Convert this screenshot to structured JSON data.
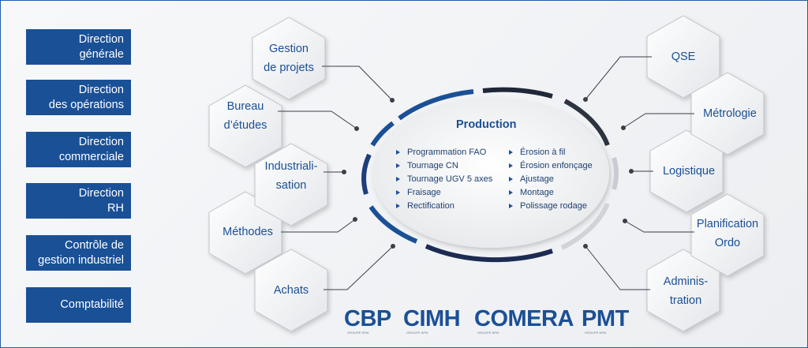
{
  "directions": [
    {
      "lines": [
        "Direction",
        "générale"
      ]
    },
    {
      "lines": [
        "Direction",
        "des opérations"
      ]
    },
    {
      "lines": [
        "Direction",
        "commerciale"
      ]
    },
    {
      "lines": [
        "Direction",
        "RH"
      ]
    },
    {
      "lines": [
        "Contrôle de",
        "gestion industriel"
      ]
    },
    {
      "lines": [
        "Comptabilité"
      ]
    }
  ],
  "left_hexes": [
    {
      "lines": [
        "Gestion",
        "de projets"
      ]
    },
    {
      "lines": [
        "Bureau",
        "d’études"
      ]
    },
    {
      "lines": [
        "Industriali-",
        "sation"
      ]
    },
    {
      "lines": [
        "Méthodes"
      ]
    },
    {
      "lines": [
        "Achats"
      ]
    }
  ],
  "right_hexes": [
    {
      "lines": [
        "QSE"
      ]
    },
    {
      "lines": [
        "Métrologie"
      ]
    },
    {
      "lines": [
        "Logistique"
      ]
    },
    {
      "lines": [
        "Planification",
        "Ordo"
      ]
    },
    {
      "lines": [
        "Adminis-",
        "tration"
      ]
    }
  ],
  "production": {
    "title": "Production",
    "col1": [
      "Programmation FAO",
      "Tournage CN",
      "Tournage UGV 5 axes",
      "Fraisage",
      "Rectification"
    ],
    "col2": [
      "Érosion à fil",
      "Érosion enfonçage",
      "Ajustage",
      "Montage",
      "Polissage rodage"
    ]
  },
  "logos": [
    {
      "name": "CBP",
      "sub": "GROUPE NPM"
    },
    {
      "name": "CIMH",
      "sub": "GROUPE NPM"
    },
    {
      "name": "COMERA",
      "sub": "GROUPE NPM"
    },
    {
      "name": "PMT",
      "sub": "GROUPE NPM"
    }
  ],
  "colors": {
    "brand_blue": "#1a5096",
    "dark_segment": "#2e3340",
    "light_segment": "#c9ccd2"
  }
}
